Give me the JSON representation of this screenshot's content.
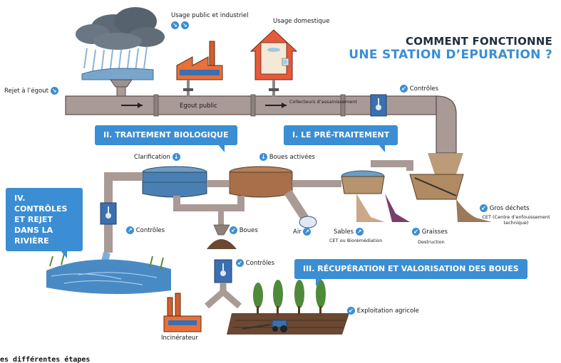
{
  "title": {
    "line1": "COMMENT FONCTIONNE",
    "line2": "UNE STATION D’EPURATION ?"
  },
  "stages": {
    "pretraitement": "I. LE PRÉ-TRAITEMENT",
    "biologique": "II. TRAITEMENT BIOLOGIQUE",
    "boues": "III. RÉCUPÉRATION ET VALORISATION DES BOUES",
    "rejet": "IV. CONTRÔLES ET REJET DANS LA RIVIÈRE"
  },
  "labels": {
    "usage_public": "Usage public et industriel",
    "usage_domestique": "Usage domestique",
    "rejet_egout": "Rejet à l’égout",
    "egout_public": "Egout public",
    "collecteurs": "Collecteurs d’assainissement",
    "controles_top": "Contrôles",
    "clarification": "Clarification",
    "boues_activees": "Boues activées",
    "controles_left": "Contrôles",
    "boues": "Boues",
    "air": "Air",
    "sables": "Sables",
    "sables_dest": "CET ou Biorémédiation",
    "graisses": "Graisses",
    "graisses_dest": "Destruction",
    "gros_dechets": "Gros déchets",
    "gros_dechets_dest": "CET (Centre d’enfouissement technique)",
    "controles_mid": "Contrôles",
    "exploitation": "Exploitation agricole",
    "incinerateur": "Incinérateur"
  },
  "footer": "es différentes étapes",
  "icons": [
    "arrow-down-right-icon",
    "arrow-down-left-icon",
    "arrow-up-right-icon",
    "arrow-down-icon"
  ],
  "colors": {
    "accent": "#3b8ed3",
    "pipe": "#a99a95",
    "sludge": "#8a5a3c",
    "water": "#4a90c8"
  }
}
